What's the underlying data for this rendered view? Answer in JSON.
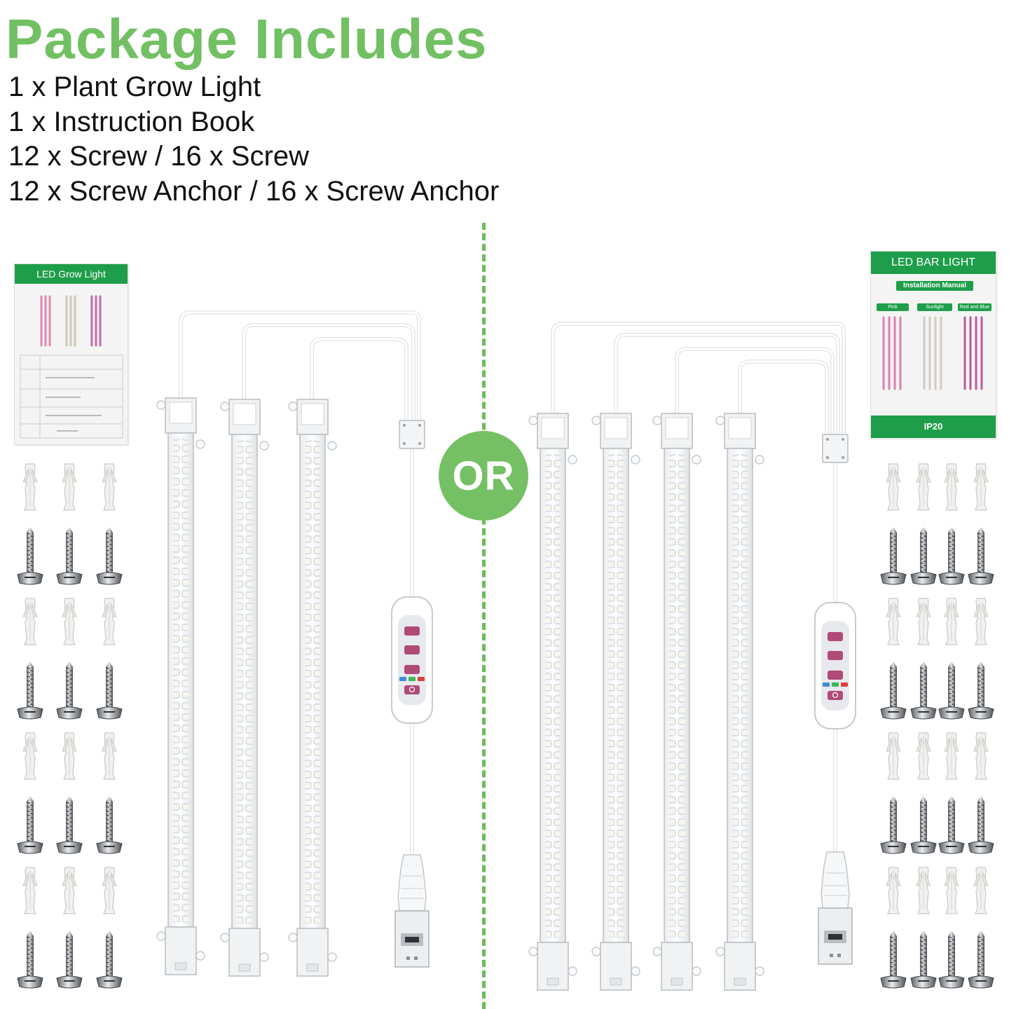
{
  "heading": "Package Includes",
  "contents": [
    "1 x Plant Grow Light",
    "1 x Instruction Book",
    "12 x Screw / 16 x Screw",
    "12 x Screw Anchor / 16 x Screw Anchor"
  ],
  "or_label": "OR",
  "manual_left": {
    "title": "LED Grow Light"
  },
  "manual_right": {
    "title": "LED BAR LIGHT",
    "subtitle": "Installation Manual",
    "modes": [
      "Pink",
      "Sunlight",
      "Red and Blue"
    ],
    "rating": "IP20"
  },
  "colors": {
    "heading": "#72c063",
    "accent_green": "#1e9e4a",
    "divider": "#6cbc5a",
    "or_badge": "#75c064"
  },
  "kit_options": [
    {
      "bars": 3,
      "screws": 12,
      "anchors": 12
    },
    {
      "bars": 4,
      "screws": 16,
      "anchors": 16
    }
  ],
  "icons": [
    "screw-icon",
    "screw-anchor-icon",
    "usb-plug-icon",
    "controller-icon",
    "led-bar-icon",
    "manual-icon"
  ]
}
